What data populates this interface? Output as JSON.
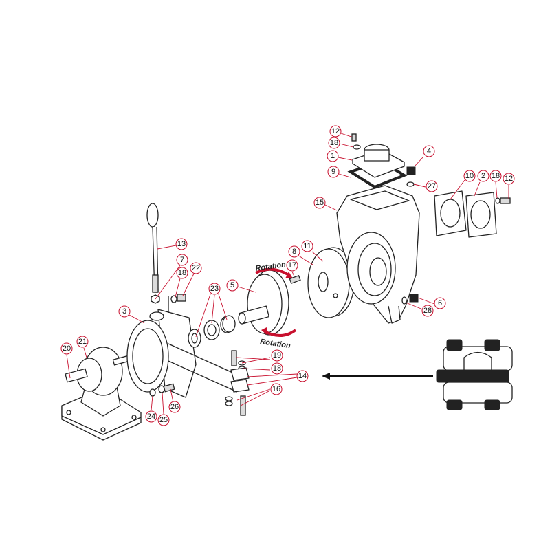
{
  "callouts": [
    "12",
    "18",
    "1",
    "4",
    "9",
    "27",
    "15",
    "10",
    "2",
    "18",
    "12",
    "13",
    "7",
    "18",
    "22",
    "23",
    "5",
    "17",
    "8",
    "11",
    "3",
    "21",
    "20",
    "19",
    "18",
    "14",
    "16",
    "24",
    "25",
    "26",
    "6",
    "28"
  ],
  "rotation_label": "Rotation",
  "colors": {
    "callout_ring": "#c8102e",
    "leader_line": "#c8102e",
    "arrow": "#c8102e",
    "line_art": "#222222"
  }
}
